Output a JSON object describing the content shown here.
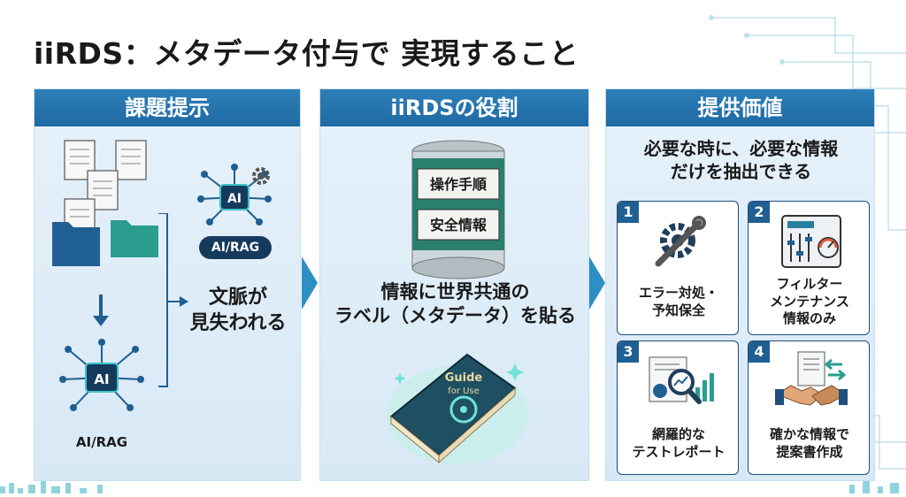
{
  "title": "iiRDS：メタデータ付与で 実現すること",
  "panels": [
    {
      "header": "課題提示",
      "ai_badge_top": "AI/RAG",
      "ai_chip_text": "AI",
      "ai_label_bottom": "AI/RAG",
      "message_line1": "文脈が",
      "message_line2": "見失われる"
    },
    {
      "header": "iiRDSの役割",
      "can_label1": "操作手順",
      "can_label2": "安全情報",
      "message_line1": "情報に世界共通の",
      "message_line2": "ラベル（メタデータ）を貼る",
      "book_title1": "Guide",
      "book_title2": "for Use"
    },
    {
      "header": "提供価値",
      "intro_line1": "必要な時に、必要な情報",
      "intro_line2": "だけを抽出できる",
      "cards": [
        {
          "num": "1",
          "line1": "エラー対処・",
          "line2": "予知保全",
          "line3": ""
        },
        {
          "num": "2",
          "line1": "フィルター",
          "line2": "メンテナンス",
          "line3": "情報のみ"
        },
        {
          "num": "3",
          "line1": "網羅的な",
          "line2": "テストレポート",
          "line3": ""
        },
        {
          "num": "4",
          "line1": "確かな情報で",
          "line2": "提案書作成",
          "line3": ""
        }
      ]
    }
  ],
  "colors": {
    "header": "#1f6aa3",
    "panel": "#e1eef8",
    "accent": "#2a9d8f"
  }
}
